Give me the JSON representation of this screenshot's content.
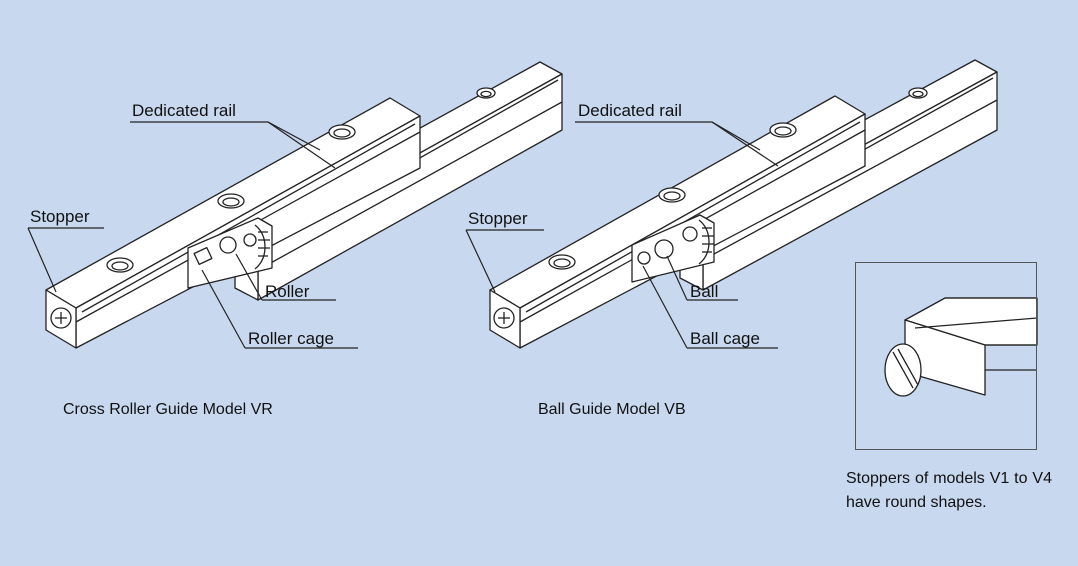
{
  "vr": {
    "dedicated_rail": "Dedicated rail",
    "stopper": "Stopper",
    "roller": "Roller",
    "roller_cage": "Roller cage",
    "caption": "Cross Roller Guide Model VR"
  },
  "vb": {
    "dedicated_rail": "Dedicated rail",
    "stopper": "Stopper",
    "ball": "Ball",
    "ball_cage": "Ball cage",
    "caption": "Ball Guide Model VB"
  },
  "inset": {
    "note": "Stoppers of models V1 to V4 have round shapes."
  },
  "colors": {
    "background": "#c8d8ef",
    "rail_fill": "#ffffff",
    "line": "#222222"
  }
}
